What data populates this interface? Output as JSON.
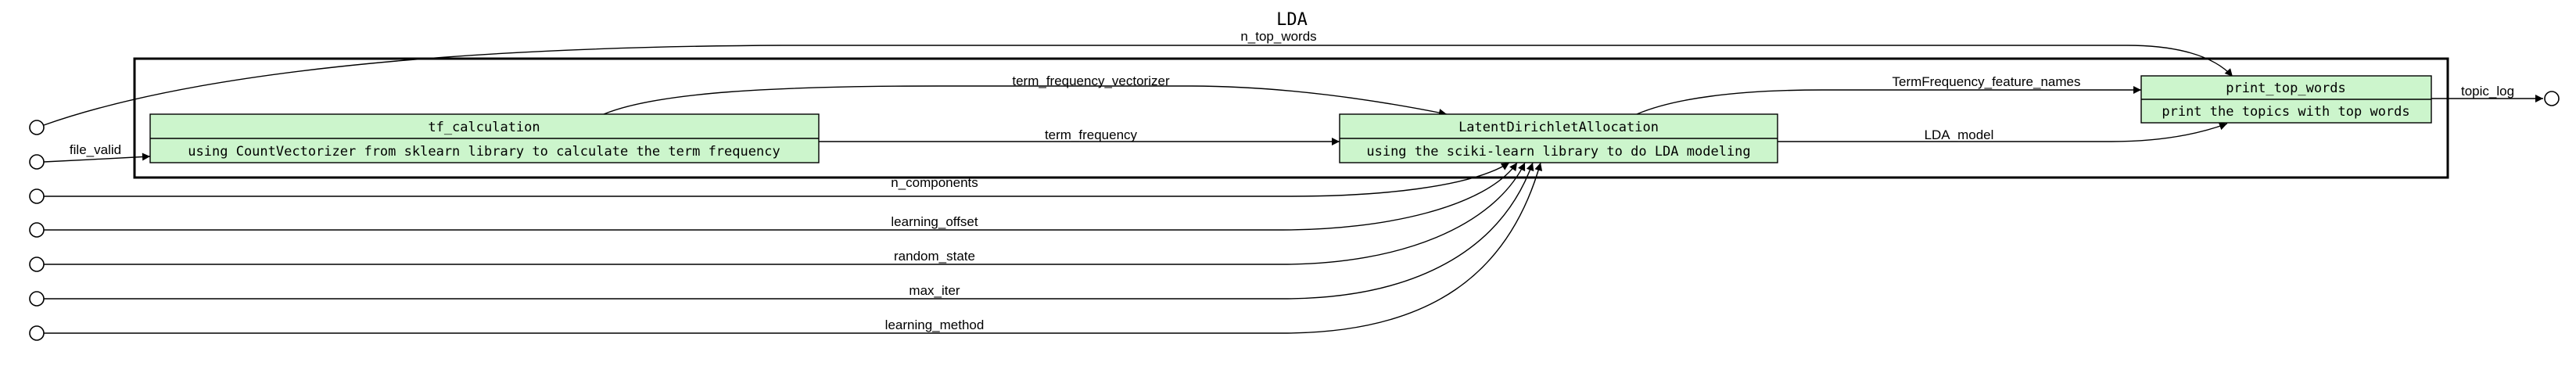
{
  "diagram": {
    "title": "LDA",
    "nodes": [
      {
        "id": "tf_calculation",
        "title": "tf_calculation",
        "description": "using CountVectorizer from sklearn library to calculate the term frequency"
      },
      {
        "id": "lda",
        "title": "LatentDirichletAllocation",
        "description": "using the sciki-learn library to do LDA modeling"
      },
      {
        "id": "print_top_words",
        "title": "print_top_words",
        "description": "print the topics with top words"
      }
    ],
    "edges": [
      {
        "id": "n_top_words",
        "label": "n_top_words"
      },
      {
        "id": "file_valid",
        "label": "file_valid"
      },
      {
        "id": "term_frequency_vectorizer",
        "label": "term_frequency_vectorizer"
      },
      {
        "id": "term_frequency",
        "label": "term_frequency"
      },
      {
        "id": "termfrequency_feature_names",
        "label": "TermFrequency_feature_names"
      },
      {
        "id": "lda_model",
        "label": "LDA_model"
      },
      {
        "id": "topic_log",
        "label": "topic_log"
      },
      {
        "id": "n_components",
        "label": "n_components"
      },
      {
        "id": "learning_offset",
        "label": "learning_offset"
      },
      {
        "id": "random_state",
        "label": "random_state"
      },
      {
        "id": "max_iter",
        "label": "max_iter"
      },
      {
        "id": "learning_method",
        "label": "learning_method"
      }
    ]
  }
}
